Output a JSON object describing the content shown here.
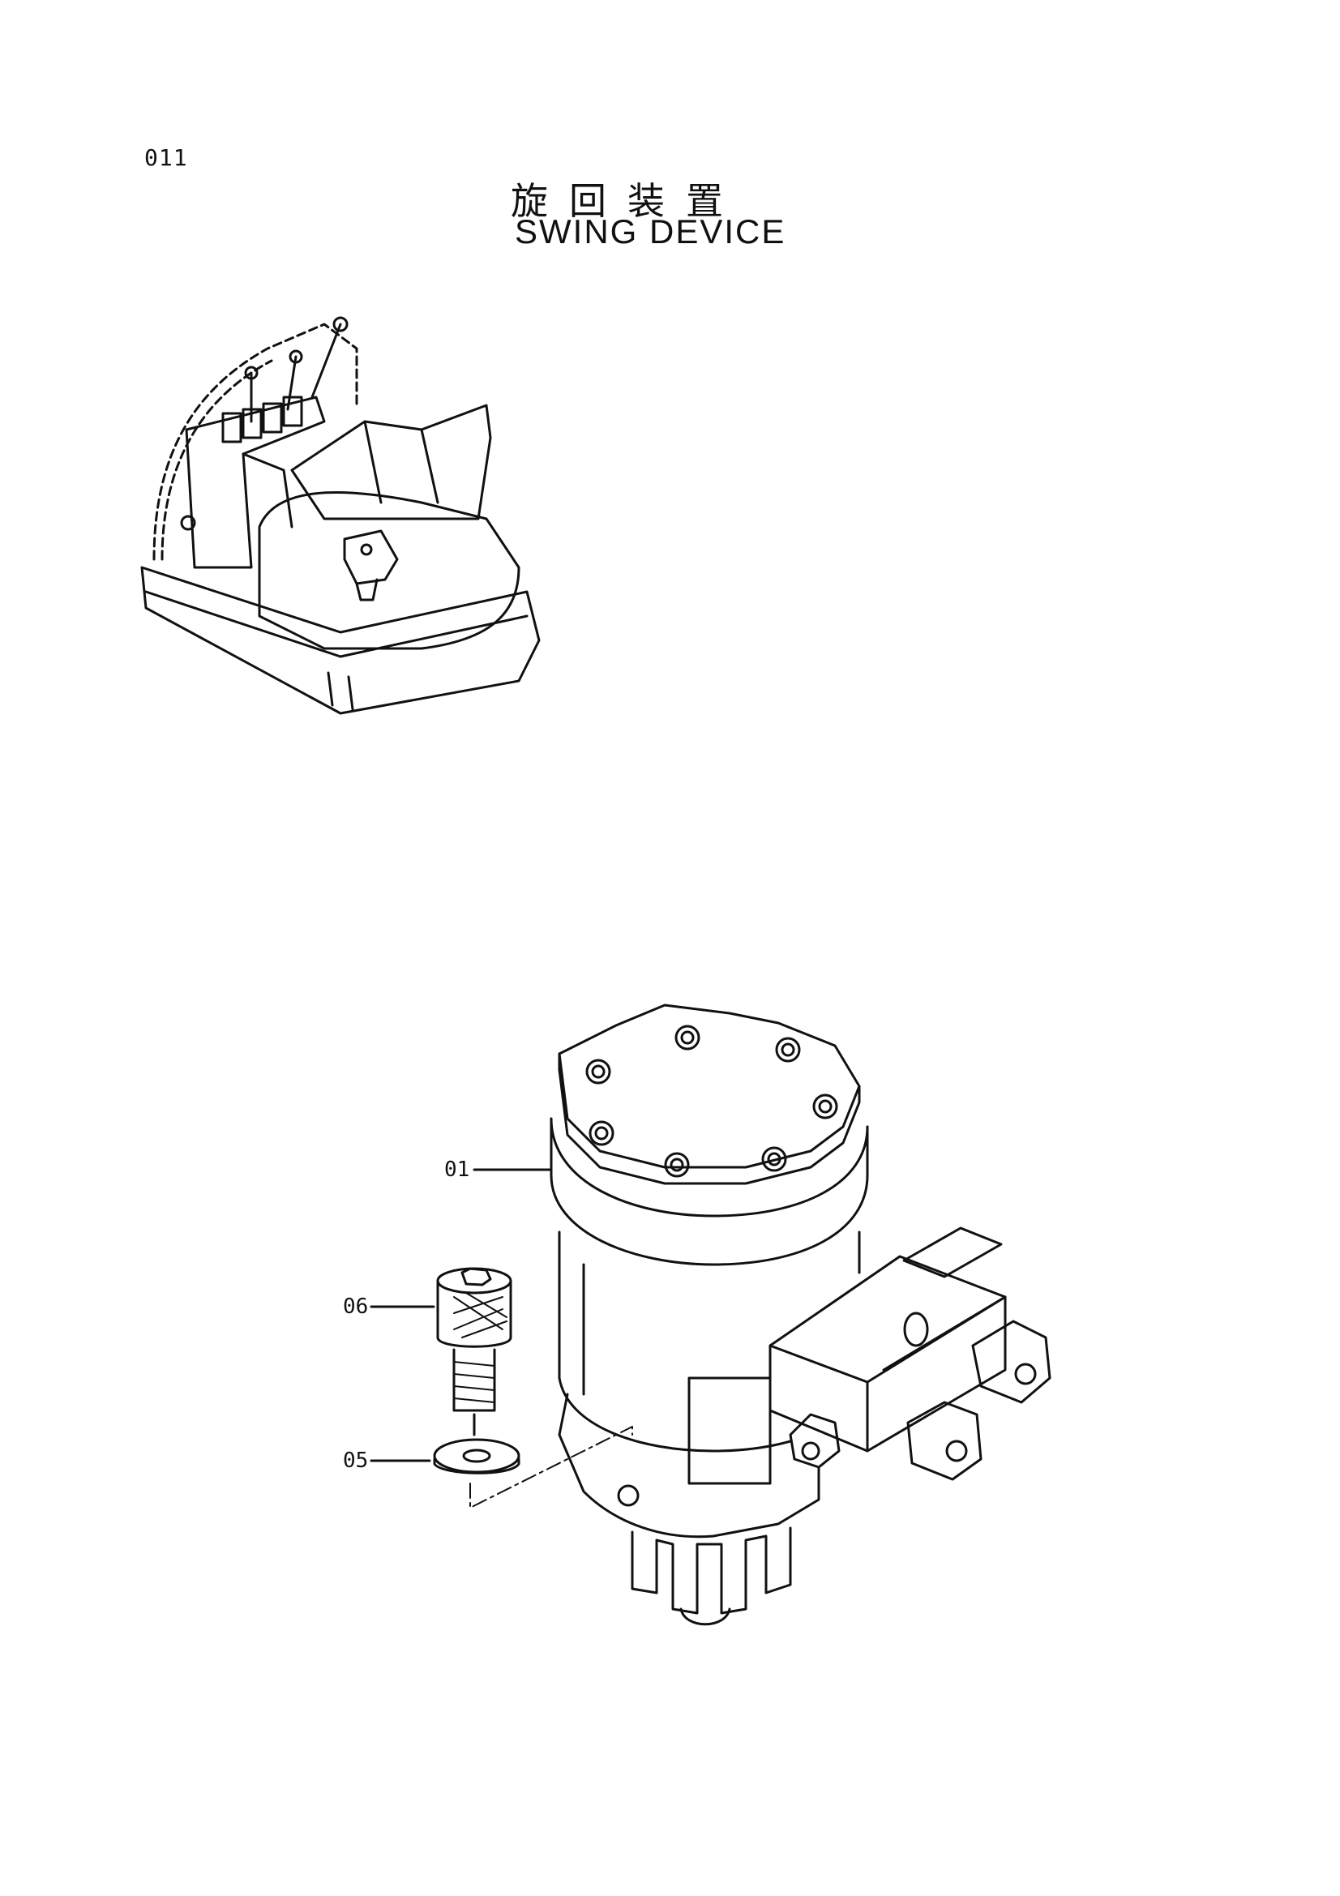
{
  "page_code": "011",
  "title_jp": "旋回装置",
  "title_en": "SWING DEVICE",
  "callouts": [
    {
      "label": "01"
    },
    {
      "label": "06"
    },
    {
      "label": "05"
    }
  ]
}
